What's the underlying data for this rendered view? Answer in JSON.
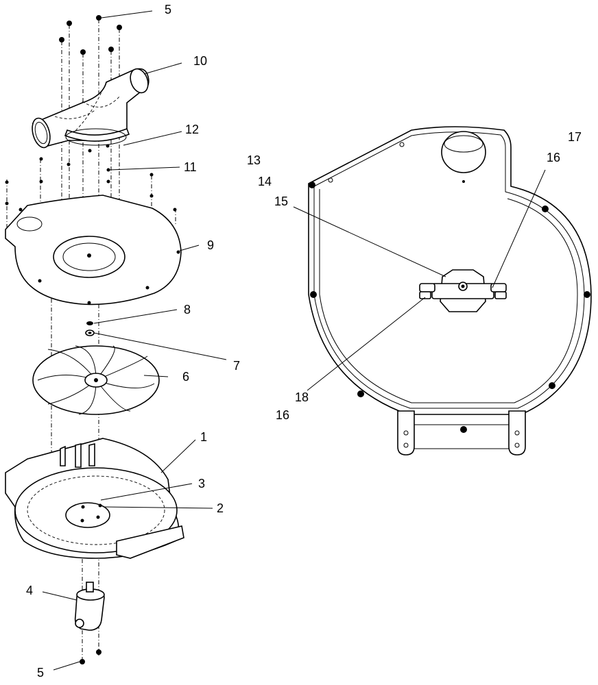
{
  "exploded_view": {
    "callouts": {
      "c5_top": "5",
      "c10": "10",
      "c12": "12",
      "c11": "11",
      "c9": "9",
      "c8": "8",
      "c7": "7",
      "c6": "6",
      "c1": "1",
      "c3": "3",
      "c2": "2",
      "c4": "4",
      "c5_bottom": "5"
    }
  },
  "assembled_view": {
    "callouts": {
      "c17": "17",
      "c13": "13",
      "c16_top": "16",
      "c14": "14",
      "c15": "15",
      "c18": "18",
      "c16_bottom": "16"
    }
  }
}
